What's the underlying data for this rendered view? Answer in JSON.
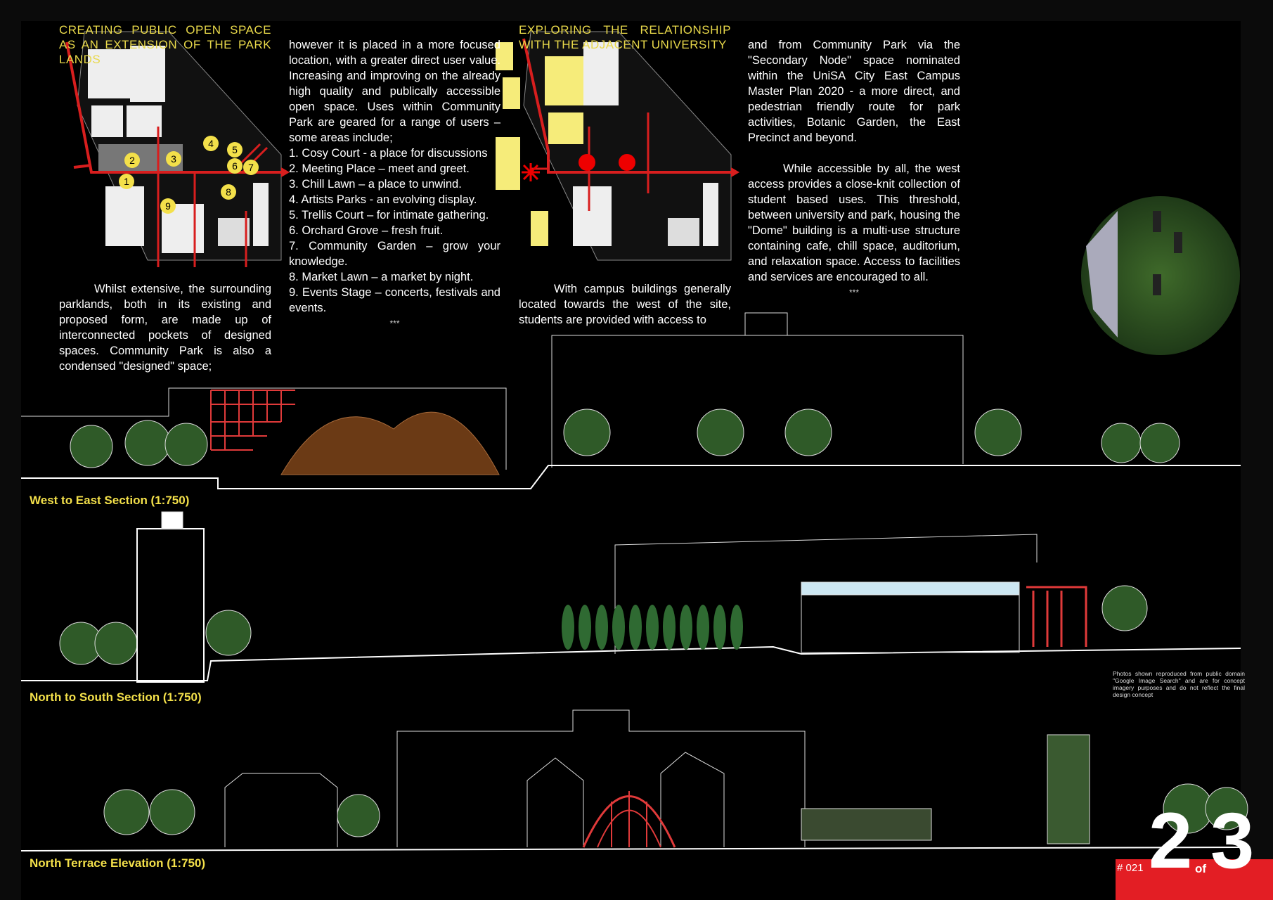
{
  "panel1": {
    "heading": "CREATING PUBLIC OPEN SPACE AS AN EXTENSION OF THE PARK LANDS",
    "plan_markers": [
      "1",
      "2",
      "3",
      "4",
      "5",
      "6",
      "7",
      "8",
      "9"
    ],
    "intro": "Whilst extensive, the surrounding parklands, both in its existing and proposed form, are made up of interconnected pockets of designed spaces. Community Park is also a condensed \"designed\" space;",
    "continued": "however it is placed in a more focused location, with a greater direct user value. Increasing and improving on the already high quality and publically accessible open space. Uses within Community Park are geared for a range of users – some areas include;",
    "list": [
      "1. Cosy Court - a place for discussions",
      "2. Meeting Place – meet and greet.",
      "3. Chill Lawn – a place to unwind.",
      "4. Artists Parks - an evolving display.",
      "5. Trellis Court – for intimate gathering.",
      "6. Orchard Grove – fresh fruit.",
      "7. Community Garden – grow your knowledge.",
      "8. Market Lawn – a market by night.",
      "9. Events Stage – concerts, festivals and events."
    ],
    "end": "***"
  },
  "panel2": {
    "heading": "EXPLORING THE RELATIONSHIP WITH THE ADJACENT UNIVERSITY",
    "intro": "With campus buildings generally located towards the west of the site, students are provided with access to",
    "continued": "and from Community Park via the \"Secondary Node\" space nominated within the UniSA City East Campus Master Plan 2020 - a more direct, and pedestrian friendly route for park activities, Botanic Garden, the East Precinct and beyond.",
    "para2": "While accessible by all, the west access provides a close-knit collection of student based uses. This threshold, between university and park, housing the \"Dome\" building is a multi-use structure containing cafe, chill space, auditorium, and relaxation space. Access to facilities and services are encouraged to all.",
    "end": "***"
  },
  "sections": {
    "west_east": "West to East Section (1:750)",
    "north_south": "North to South Section (1:750)",
    "north_terrace": "North Terrace Elevation (1:750)"
  },
  "disclaimer": "Photos shown reproduced from public domain \"Google Image Search\" and are for concept imagery purposes and do not reflect the final design concept",
  "page": {
    "number": "# 021",
    "current": "2",
    "of": "of",
    "total": "3"
  },
  "colors": {
    "accent": "#e31e24",
    "heading": "#e8d84a",
    "label": "#f3e04a",
    "tree": "#3c6a2e",
    "wood": "#8a4a1c"
  }
}
